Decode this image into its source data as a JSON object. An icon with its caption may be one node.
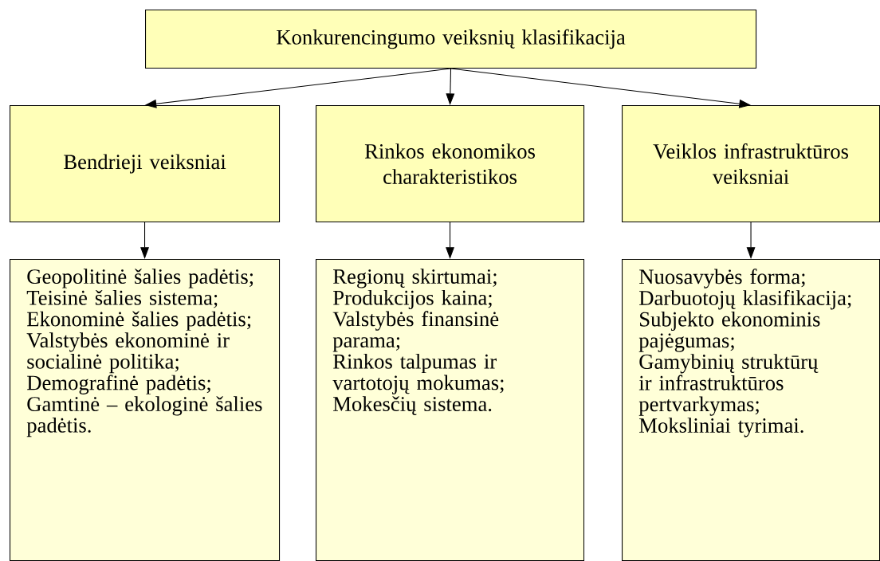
{
  "diagram": {
    "nodes": [
      {
        "text": [
          "Konkurencingumo veiksnių klasifikacija"
        ]
      },
      {
        "text": [
          "Bendrieji veiksniai"
        ]
      },
      {
        "text": [
          "Rinkos ekonomikos charakteristikos"
        ]
      },
      {
        "text": [
          "Veiklos infrastruktūros veiksniai"
        ]
      },
      {
        "text": [
          "Geopolitinė šalies padėtis;",
          "Teisinė šalies sistema;",
          "Ekonominė šalies padėtis;",
          "Valstybės ekonominė ir socialinė politika;",
          "Demografinė padėtis;",
          "Gamtinė – ekologinė šalies padėtis."
        ]
      },
      {
        "text": [
          "Regionų skirtumai;",
          "Produkcijos kaina;",
          "Valstybės finansinė parama;",
          "Rinkos talpumas ir vartotojų mokumas;",
          "Mokesčių sistema."
        ]
      },
      {
        "text": [
          "Nuosavybės forma;",
          "Darbuotojų klasifikacija;",
          "Subjekto ekonominis pajėgumas;",
          "Gamybinių struktūrų ir infrastruktūros pertvarkymas;",
          "Moksliniai tyrimai."
        ]
      }
    ],
    "edges": [
      {
        "from": 0,
        "to": 1,
        "arrow": "to"
      },
      {
        "from": 0,
        "to": 2,
        "arrow": "to"
      },
      {
        "from": 0,
        "to": 3,
        "arrow": "to"
      },
      {
        "from": 1,
        "to": 4,
        "arrow": "to"
      },
      {
        "from": 2,
        "to": 5,
        "arrow": "to"
      },
      {
        "from": 3,
        "to": 6,
        "arrow": "to"
      }
    ]
  }
}
